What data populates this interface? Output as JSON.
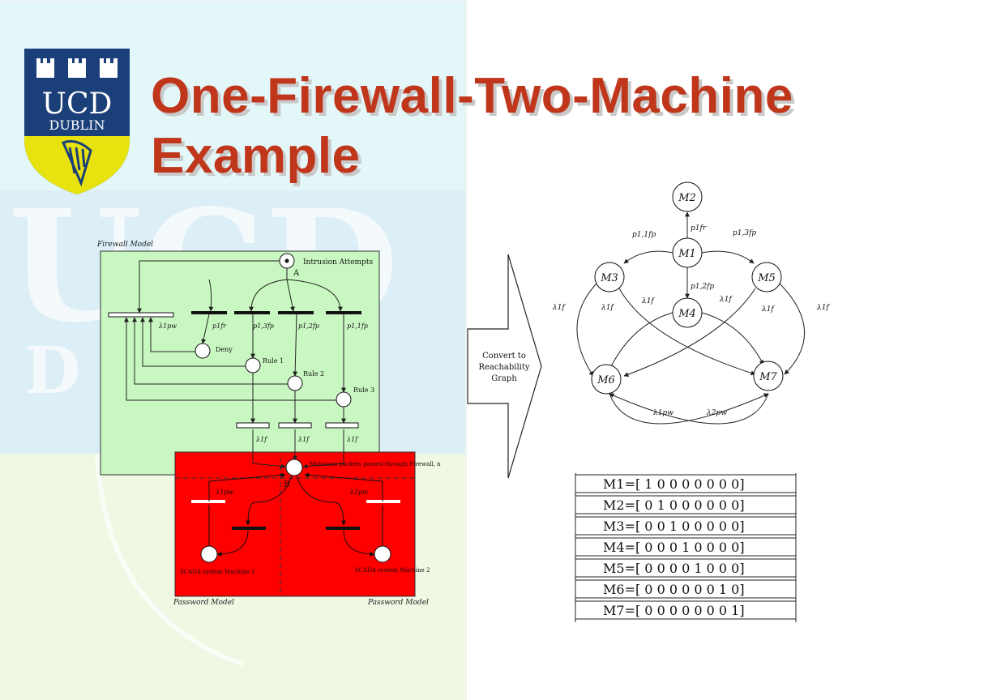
{
  "slide": {
    "title_line1": "One-Firewall-Two-Machine",
    "title_line2": "Example"
  },
  "logo": {
    "line1": "UCD",
    "line2": "DUBLIN"
  },
  "colors": {
    "title": "#c0361b",
    "firewall_panel": "#c9f7c1",
    "password_panel": "#ff0000",
    "logo_blue": "#1b3f79",
    "logo_yellow": "#e8e20f"
  },
  "petri": {
    "firewall_label": "Firewall Model",
    "password_label_left": "Password Model",
    "password_label_right": "Password Model",
    "place_intrusion": "Intrusion Attempts",
    "place_A": "A",
    "place_deny": "Deny",
    "place_rule1": "Rule 1",
    "place_rule2": "Rule 2",
    "place_rule3": "Rule 3",
    "place_malicious": "Malicious packets passed through Firewall, n",
    "place_B": "B",
    "place_m1": "SCADA system Machine 1",
    "place_m2": "SCADA system Machine 2",
    "t_lambda_pw": "λ1pw",
    "t_p1f": "p1fr",
    "t_p13": "p1,3fp",
    "t_p12": "p1,2fp",
    "t_p11": "p1,1fp",
    "t_lambda1": "λ1f",
    "t_lambda2": "λ1f",
    "t_lambda3": "λ1f",
    "t_m1_lambda": "λ1pw",
    "t_m2_lambda": "λ2pw"
  },
  "arrow_text": {
    "line1": "Convert to",
    "line2": "Reachability",
    "line3": "Graph"
  },
  "graph": {
    "nodes": {
      "m1": "M1",
      "m2": "M2",
      "m3": "M3",
      "m4": "M4",
      "m5": "M5",
      "m6": "M6",
      "m7": "M7"
    },
    "edges": {
      "p1fr": "p1fr",
      "p11": "p1,1fp",
      "p13": "p1,3fp",
      "p12": "p1,2fp",
      "lam1": "λ1f",
      "lam2": "λ1f",
      "lam3": "λ1f",
      "lam4": "λ1f",
      "lam5": "λ1f",
      "lam6": "λ1f",
      "lam_pw1": "λ1pw",
      "lam_pw2": "λ2pw"
    }
  },
  "markings": [
    "M1=[ 1  0  0  0  0  0  0  0]",
    "M2=[ 0  1  0  0  0  0  0  0]",
    "M3=[ 0  0  1  0  0  0  0  0]",
    "M4=[ 0  0  0  1  0  0  0  0]",
    "M5=[ 0  0  0  0  1  0  0  0]",
    "M6=[ 0  0  0  0  0  0  1  0]",
    "M7=[ 0  0  0  0  0  0  0  1]"
  ]
}
